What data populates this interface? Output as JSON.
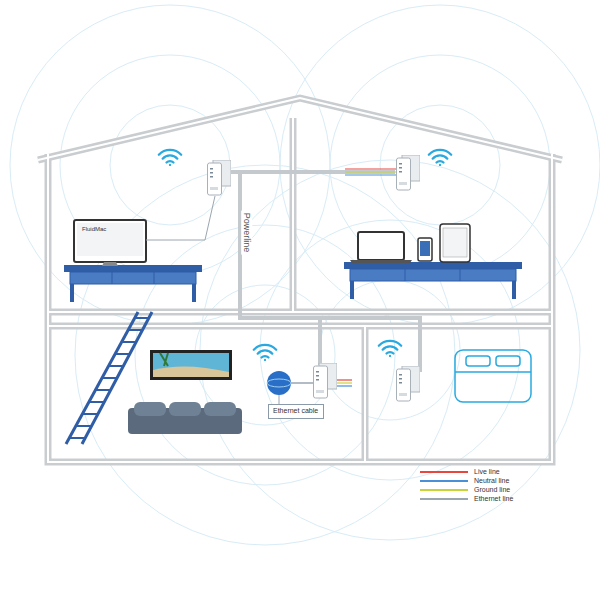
{
  "diagram": {
    "nodes": [
      {
        "text": [
          "Ethernet cable"
        ]
      }
    ],
    "labels": [
      "Powerline",
      "FluidMac"
    ],
    "legend": [
      {
        "text": "Live line",
        "color": "#e8473e"
      },
      {
        "text": "Neutral line",
        "color": "#4a90d9"
      },
      {
        "text": "Ground line",
        "color": "#c6d43a"
      },
      {
        "text": "Ethernet line",
        "color": "#9aa6b0"
      }
    ]
  }
}
